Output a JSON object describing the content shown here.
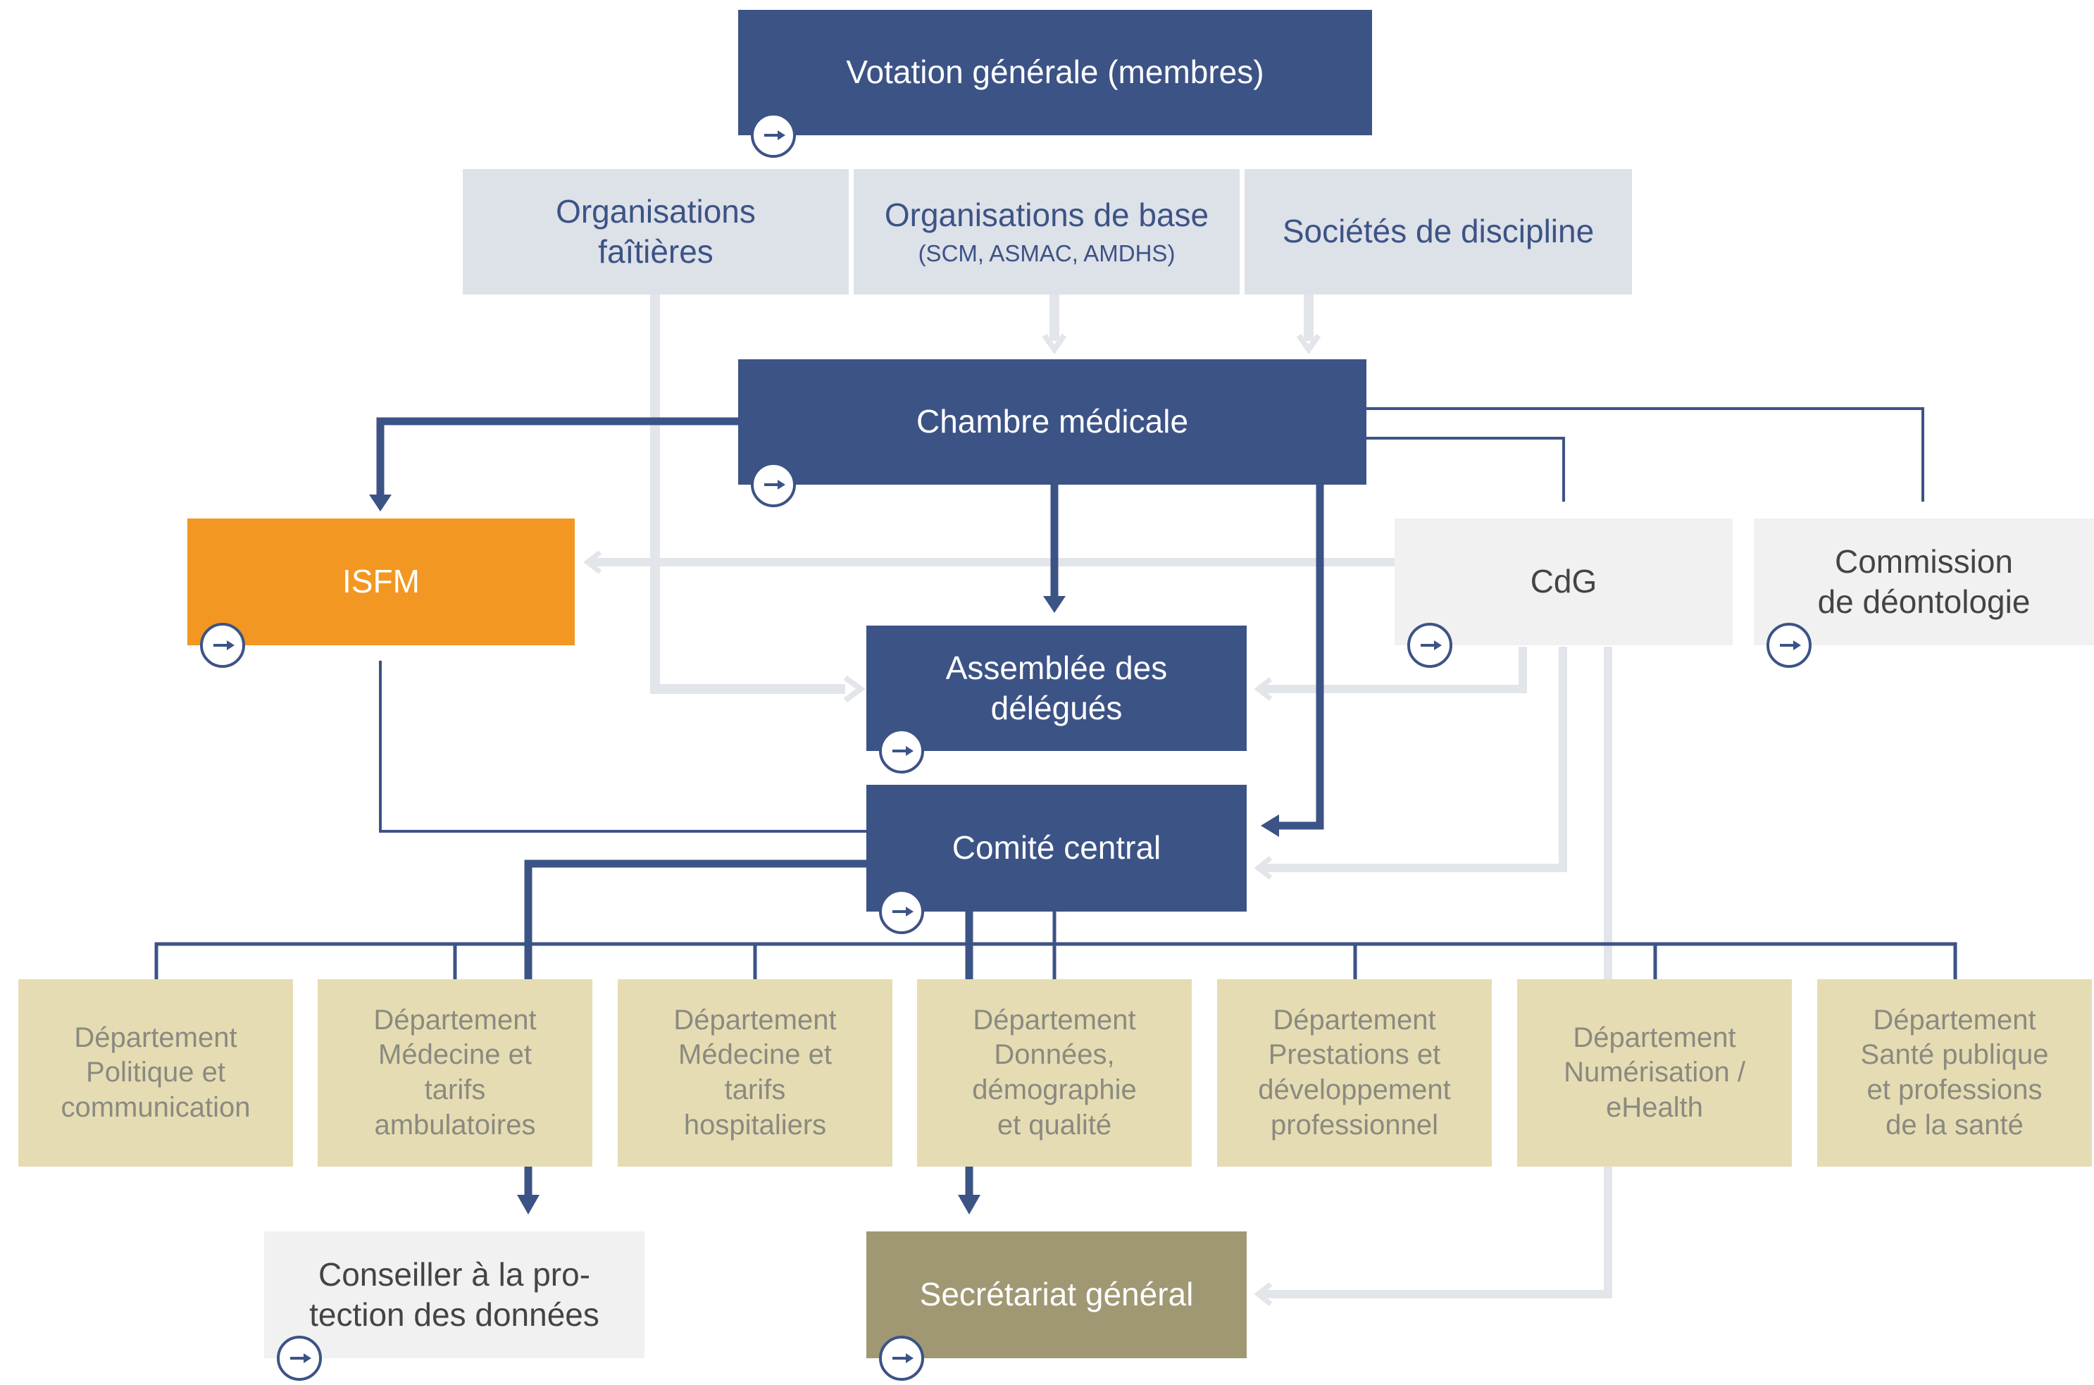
{
  "nodes": {
    "votation": "Votation générale (membres)",
    "org_faitieres": "Organisations faîtières",
    "org_base": "Organisations de base",
    "org_base_sub": "(SCM, ASMAC, AMDHS)",
    "societes": "Sociétés de discipline",
    "chambre": "Chambre médicale",
    "isfm": "ISFM",
    "cdg": "CdG",
    "commission_l1": "Commission",
    "commission_l2": "de déontologie",
    "assemblee_l1": "Assemblée des",
    "assemblee_l2": "délégués",
    "comite": "Comité central",
    "conseiller_l1": "Conseiller à la pro-",
    "conseiller_l2": "tection des données",
    "secretariat": "Secrétariat général"
  },
  "departments": [
    {
      "lines": [
        "Département",
        "Politique et",
        "communication"
      ]
    },
    {
      "lines": [
        "Département",
        "Médecine et",
        "tarifs",
        "ambulatoires"
      ]
    },
    {
      "lines": [
        "Département",
        "Médecine et",
        "tarifs",
        "hospitaliers"
      ]
    },
    {
      "lines": [
        "Département",
        "Données,",
        "démographie",
        "et qualité"
      ]
    },
    {
      "lines": [
        "Département",
        "Prestations et",
        "développement",
        "professionnel"
      ]
    },
    {
      "lines": [
        "Département",
        "Numérisation /",
        "eHealth"
      ]
    },
    {
      "lines": [
        "Département",
        "Santé publique",
        "et professions",
        "de la santé"
      ]
    }
  ],
  "colors": {
    "navy": "#3c5386",
    "light_line": "#e2e5ea",
    "orange": "#f39723",
    "department": "#e6dcb3",
    "olive": "#9f9873"
  },
  "icons": {
    "link": "circle-arrow-right-icon"
  }
}
